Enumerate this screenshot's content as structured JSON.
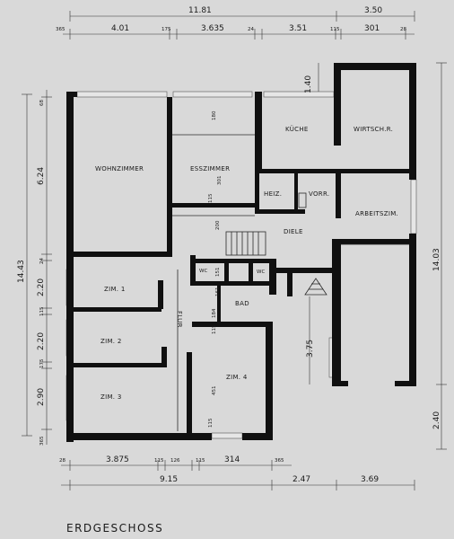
{
  "title": "ERDGESCHOSS",
  "rooms": {
    "wohnzimmer": "WOHNZIMMER",
    "esszimmer": "ESSZIMMER",
    "kueche": "KÜCHE",
    "wirtschr": "WIRTSCH.R.",
    "heiz": "HEIZ.",
    "vorr": "VORR.",
    "arbeitszim": "ARBEITSZIM.",
    "diele": "DIELE",
    "wc1": "WC",
    "wc2": "WC",
    "zim1": "ZIM. 1",
    "zim2": "ZIM. 2",
    "zim3": "ZIM. 3",
    "zim4": "ZIM. 4",
    "bad": "BAD",
    "flur": "FLUR"
  },
  "dims_top_outer": [
    "11.81",
    "3.50"
  ],
  "dims_top_inner": [
    "365",
    "4.01",
    "175",
    "3.635",
    "24",
    "3.51",
    "115",
    "301",
    "28"
  ],
  "dims_bottom_inner": [
    "28",
    "3.875",
    "115",
    "126",
    "115",
    "314",
    "365"
  ],
  "dims_bottom_outer": [
    "9.15",
    "2.47",
    "3.69"
  ],
  "dims_left_inner": [
    "68",
    "6.24",
    "24",
    "2.20",
    "115",
    "2.20",
    "175",
    "2.90",
    "365"
  ],
  "dims_left_outer": [
    "14.43"
  ],
  "dims_right": [
    "1.40",
    "14.03",
    "2.40"
  ],
  "dims_interior": [
    "180",
    "301",
    "115",
    "200",
    "151",
    "161",
    "184",
    "115",
    "451",
    "115",
    "3.75"
  ]
}
